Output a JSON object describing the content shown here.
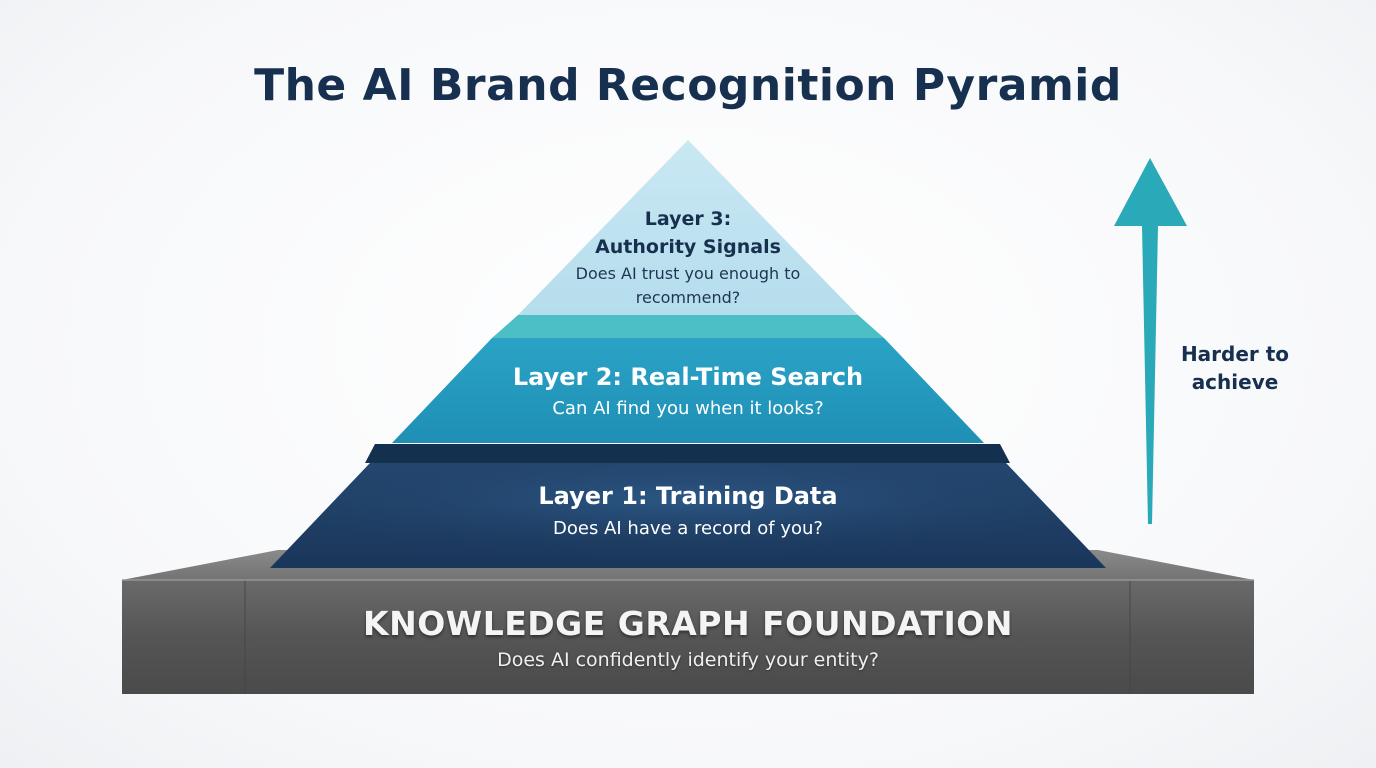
{
  "title": "The AI Brand Recognition Pyramid",
  "layers": {
    "layer3": {
      "title": "Layer 3:\nAuthority Signals",
      "question": "Does AI trust you enough to recommend?"
    },
    "layer2": {
      "title": "Layer 2: Real-Time Search",
      "question": "Can AI find you when it looks?"
    },
    "layer1": {
      "title": "Layer 1: Training Data",
      "question": "Does AI have a record of you?"
    },
    "foundation": {
      "title": "KNOWLEDGE GRAPH FOUNDATION",
      "question": "Does AI confidently identify your entity?"
    }
  },
  "arrow": {
    "label": "Harder to achieve"
  },
  "colors": {
    "title": "#17304f",
    "layer3": "#bfe3f0",
    "layer2": "#2499bf",
    "layer1": "#1d3d63",
    "foundation": "#5a5a5a",
    "arrow": "#2aa9b8"
  }
}
